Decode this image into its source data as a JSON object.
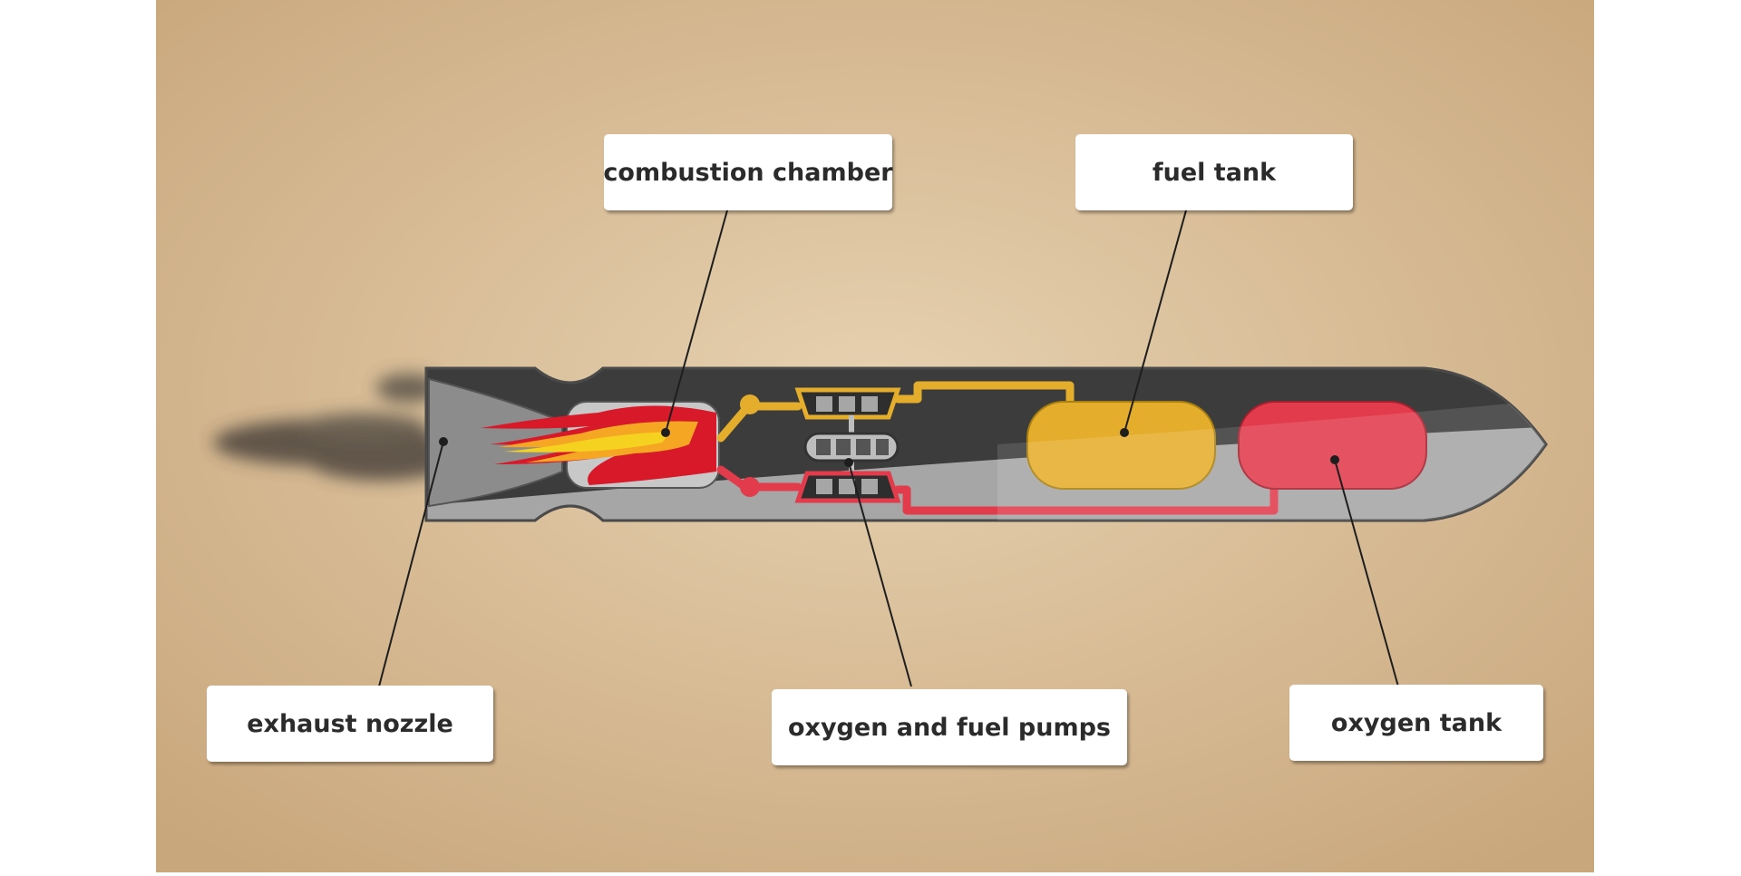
{
  "diagram": {
    "labels": {
      "combustion_chamber": "combustion chamber",
      "fuel_tank": "fuel tank",
      "exhaust_nozzle": "exhaust nozzle",
      "oxygen_fuel_pumps": "oxygen and fuel pumps",
      "oxygen_tank": "oxygen tank"
    },
    "colors": {
      "background": "#d3b791",
      "rocket_body_dark": "#3c3c3c",
      "rocket_body_light": "#a6a6a6",
      "fuel": "#e5ad2c",
      "oxygen": "#e23b4c",
      "flame_red": "#d7192a",
      "flame_yellow": "#f5d21f",
      "label_bg": "#ffffff"
    }
  }
}
